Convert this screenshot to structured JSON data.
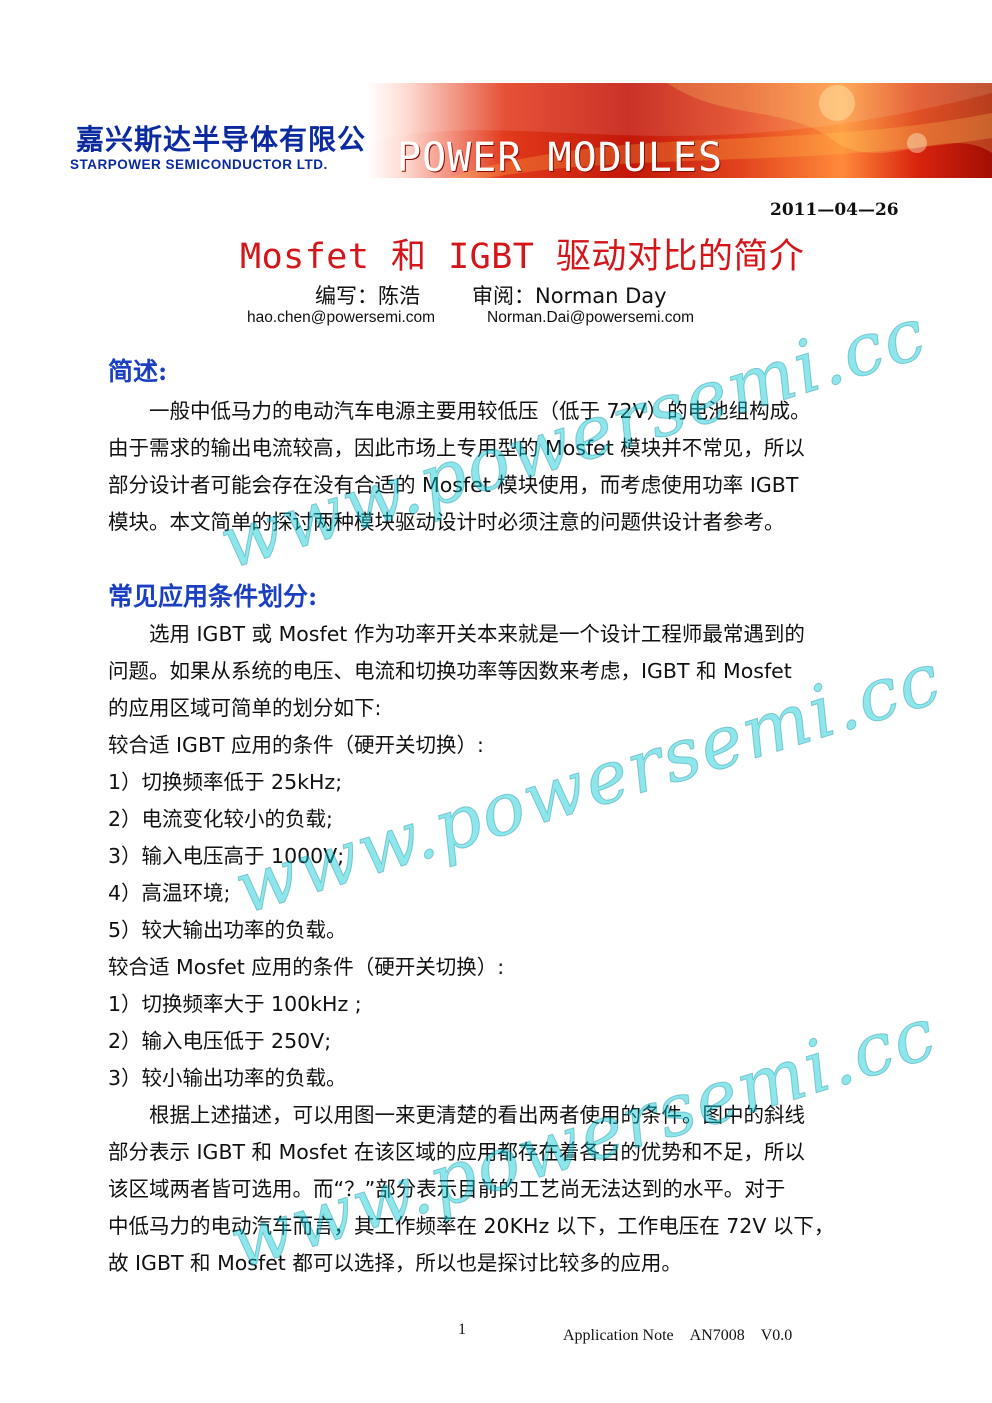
{
  "header": {
    "company_cn": "嘉兴斯达半导体有限公司",
    "company_en": "STARPOWER SEMICONDUCTOR LTD.",
    "banner_text": "POWER MODULES",
    "brand_color": "#0c2aa0",
    "banner_color": "#c3170a"
  },
  "date": "2011—04—26",
  "title": "Mosfet 和 IGBT 驱动对比的简介",
  "title_color": "#d4161a",
  "authors": {
    "writer": "编写：陈浩",
    "reviewer": "审阅：Norman Day",
    "writer_email": "hao.chen@powersemi.com",
    "reviewer_email": "Norman.Dai@powersemi.com"
  },
  "section1": {
    "heading": "简述:",
    "lines": [
      "　　一般中低马力的电动汽车电源主要用较低压（低于 72V）的电池组构成。",
      "由于需求的输出电流较高，因此市场上专用型的 Mosfet 模块并不常见，所以",
      "部分设计者可能会存在没有合适的 Mosfet 模块使用，而考虑使用功率 IGBT",
      "模块。本文简单的探讨两种模块驱动设计时必须注意的问题供设计者参考。"
    ]
  },
  "section2": {
    "heading": "常见应用条件划分:",
    "lines": [
      "　　选用 IGBT 或 Mosfet 作为功率开关本来就是一个设计工程师最常遇到的",
      "问题。如果从系统的电压、电流和切换功率等因数来考虑，IGBT 和 Mosfet",
      "的应用区域可简单的划分如下:",
      "较合适 IGBT 应用的条件（硬开关切换）:",
      "1）切换频率低于 25kHz;",
      "2）电流变化较小的负载;",
      "3）输入电压高于 1000V;",
      "4）高温环境;",
      "5）较大输出功率的负载。",
      "较合适  Mosfet 应用的条件（硬开关切换）:",
      "1）切换频率大于 100kHz ;",
      "2）输入电压低于 250V;",
      "3）较小输出功率的负载。",
      "　　根据上述描述，可以用图一来更清楚的看出两者使用的条件。图中的斜线",
      "部分表示 IGBT 和 Mosfet 在该区域的应用都存在着各自的优势和不足，所以",
      "该区域两者皆可选用。而“？”部分表示目前的工艺尚无法达到的水平。对于",
      "中低马力的电动汽车而言，其工作频率在 20KHz 以下，工作电压在 72V 以下，",
      "故 IGBT 和 Mosfet 都可以选择，所以也是探讨比较多的应用。"
    ]
  },
  "watermark": "www.powersemi.cc",
  "footer": {
    "page_number": "1",
    "doc_label": "Application Note　AN7008　V0.0"
  }
}
